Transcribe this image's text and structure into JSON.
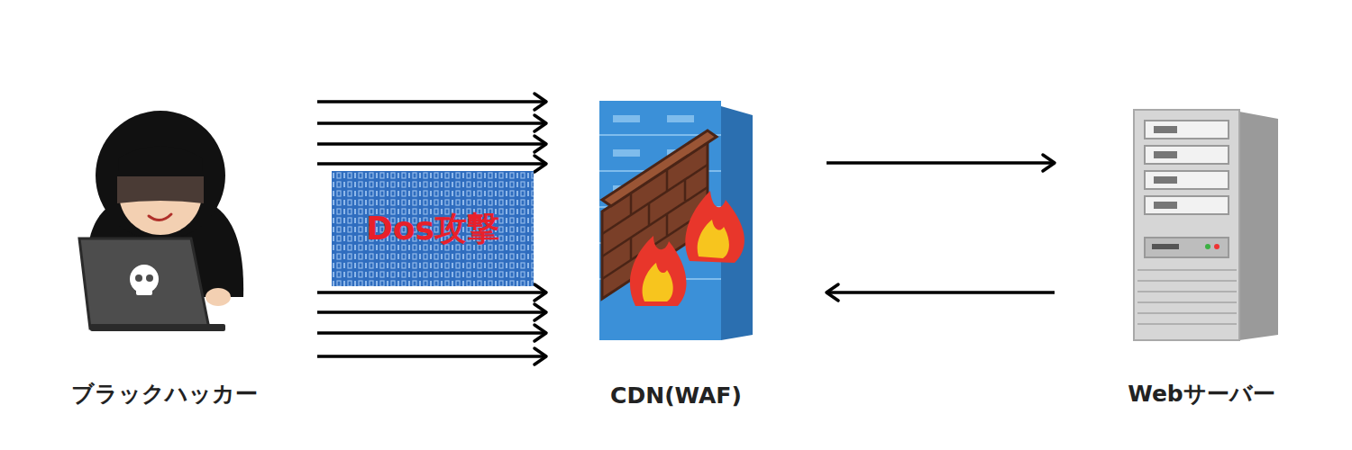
{
  "diagram": {
    "nodes": [
      {
        "text": [
          "ブラックハッカー"
        ]
      },
      {
        "text": [
          "Dos攻撃"
        ]
      },
      {
        "text": [
          "CDN(WAF)"
        ]
      },
      {
        "text": [
          "Webサーバー"
        ]
      }
    ],
    "edges": [
      {
        "from": 0,
        "to": 2,
        "arrow": "to"
      },
      {
        "from": 0,
        "to": 2,
        "arrow": "to"
      },
      {
        "from": 0,
        "to": 2,
        "arrow": "to"
      },
      {
        "from": 0,
        "to": 2,
        "arrow": "to"
      },
      {
        "from": 0,
        "to": 2,
        "arrow": "to"
      },
      {
        "from": 0,
        "to": 2,
        "arrow": "to"
      },
      {
        "from": 0,
        "to": 2,
        "arrow": "to"
      },
      {
        "from": 0,
        "to": 2,
        "arrow": "to"
      },
      {
        "from": 2,
        "to": 3,
        "arrow": "to"
      },
      {
        "from": 3,
        "to": 2,
        "arrow": "to"
      }
    ]
  }
}
